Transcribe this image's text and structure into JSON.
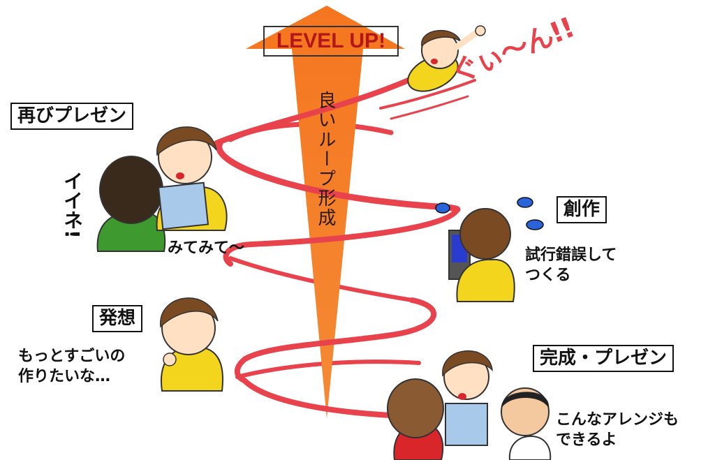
{
  "arrow": {
    "level_up": "LEVEL UP!",
    "center_text": "良いループ形成"
  },
  "stages": {
    "represent": {
      "label": "再びプレゼン",
      "speech": "みてみて〜",
      "reaction": "イイネ!"
    },
    "create": {
      "label": "創作",
      "caption_line1": "試行錯誤して",
      "caption_line2": "つくる"
    },
    "idea": {
      "label": "発想",
      "caption_line1": "もっとすごいの",
      "caption_line2": "作りたいな…"
    },
    "complete": {
      "label": "完成・プレゼン",
      "caption_line1": "こんなアレンジも",
      "caption_line2": "できるよ"
    }
  },
  "sfx": "ぐぃ〜ん!!",
  "colors": {
    "arrow_orange": "#f5761f",
    "spiral_red": "#e8434c",
    "level_text_red": "#b3161b",
    "shirt_yellow": "#f4d51e",
    "shirt_green": "#3e9a2f",
    "shirt_red": "#d8262a",
    "hair_brown": "#7a4a23",
    "hair_dark": "#3a2a1c",
    "paper_blue": "#a9c9ea"
  },
  "icons": {
    "boy": "boy-character-icon",
    "listener": "listener-back-icon",
    "laptop": "laptop-icon",
    "man": "bald-man-icon"
  }
}
